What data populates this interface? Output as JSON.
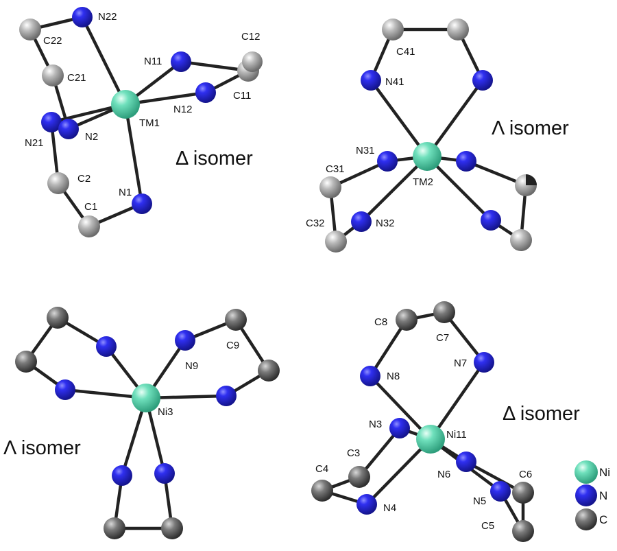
{
  "panels": [
    {
      "id": "p1",
      "isomer_label": "Δ isomer",
      "atoms": [
        {
          "id": "TM1",
          "el": "Ni",
          "label": "TM1"
        },
        {
          "id": "N22",
          "el": "N",
          "label": "N22"
        },
        {
          "id": "C22",
          "el": "C",
          "label": "C22"
        },
        {
          "id": "C21",
          "el": "C",
          "label": "C21"
        },
        {
          "id": "N21",
          "el": "N",
          "label": "N21"
        },
        {
          "id": "N2",
          "el": "N",
          "label": "N2"
        },
        {
          "id": "C2",
          "el": "C",
          "label": "C2"
        },
        {
          "id": "C1",
          "el": "C",
          "label": "C1"
        },
        {
          "id": "N1",
          "el": "N",
          "label": "N1"
        },
        {
          "id": "N11",
          "el": "N",
          "label": "N11"
        },
        {
          "id": "N12",
          "el": "N",
          "label": "N12"
        },
        {
          "id": "C11",
          "el": "C",
          "label": "C11"
        },
        {
          "id": "C12",
          "el": "C",
          "label": "C12"
        }
      ]
    },
    {
      "id": "p2",
      "isomer_label": "Λ isomer",
      "atoms": [
        {
          "id": "TM2",
          "el": "Ni",
          "label": "TM2"
        },
        {
          "id": "C41",
          "el": "C",
          "label": "C41"
        },
        {
          "id": "C41b",
          "el": "C",
          "label": ""
        },
        {
          "id": "N41",
          "el": "N",
          "label": "N41"
        },
        {
          "id": "N41b",
          "el": "N",
          "label": ""
        },
        {
          "id": "N31",
          "el": "N",
          "label": "N31"
        },
        {
          "id": "C31",
          "el": "C",
          "label": "C31"
        },
        {
          "id": "C32",
          "el": "C",
          "label": "C32"
        },
        {
          "id": "N32",
          "el": "N",
          "label": "N32"
        },
        {
          "id": "Nr1",
          "el": "N",
          "label": ""
        },
        {
          "id": "Cr1",
          "el": "C",
          "label": ""
        },
        {
          "id": "Nr2",
          "el": "N",
          "label": ""
        },
        {
          "id": "Cr2",
          "el": "C",
          "label": ""
        }
      ]
    },
    {
      "id": "p3",
      "isomer_label": "Λ isomer",
      "atoms": [
        {
          "id": "Ni3",
          "el": "Ni",
          "label": "Ni3"
        },
        {
          "id": "a1",
          "el": "C",
          "label": ""
        },
        {
          "id": "a2",
          "el": "N",
          "label": ""
        },
        {
          "id": "a3",
          "el": "C",
          "label": ""
        },
        {
          "id": "a4",
          "el": "N",
          "label": ""
        },
        {
          "id": "N9",
          "el": "N",
          "label": "N9"
        },
        {
          "id": "C9",
          "el": "C",
          "label": "C9"
        },
        {
          "id": "b3",
          "el": "C",
          "label": ""
        },
        {
          "id": "b4",
          "el": "N",
          "label": ""
        },
        {
          "id": "c1",
          "el": "N",
          "label": ""
        },
        {
          "id": "c2",
          "el": "N",
          "label": ""
        },
        {
          "id": "c3",
          "el": "C",
          "label": ""
        },
        {
          "id": "c4",
          "el": "C",
          "label": ""
        }
      ]
    },
    {
      "id": "p4",
      "isomer_label": "Δ isomer",
      "atoms": [
        {
          "id": "Ni11",
          "el": "Ni",
          "label": "Ni11"
        },
        {
          "id": "C8",
          "el": "C",
          "label": "C8"
        },
        {
          "id": "C7",
          "el": "C",
          "label": "C7"
        },
        {
          "id": "N8",
          "el": "N",
          "label": "N8"
        },
        {
          "id": "N7",
          "el": "N",
          "label": "N7"
        },
        {
          "id": "N3",
          "el": "N",
          "label": "N3"
        },
        {
          "id": "C3",
          "el": "C",
          "label": "C3"
        },
        {
          "id": "C4",
          "el": "C",
          "label": "C4"
        },
        {
          "id": "N4",
          "el": "N",
          "label": "N4"
        },
        {
          "id": "N6",
          "el": "N",
          "label": "N6"
        },
        {
          "id": "C6",
          "el": "C",
          "label": "C6"
        },
        {
          "id": "N5",
          "el": "N",
          "label": "N5"
        },
        {
          "id": "C5",
          "el": "C",
          "label": "C5"
        }
      ]
    }
  ],
  "legend": [
    {
      "el": "Ni",
      "label": "Ni"
    },
    {
      "el": "N",
      "label": "N"
    },
    {
      "el": "C",
      "label": "C"
    }
  ],
  "colors": {
    "Ni": "#5fd6b0",
    "N": "#2a2ae6",
    "C_light": "#b4b4b4",
    "C_dark": "#6e6e6e",
    "bond": "#222222"
  }
}
